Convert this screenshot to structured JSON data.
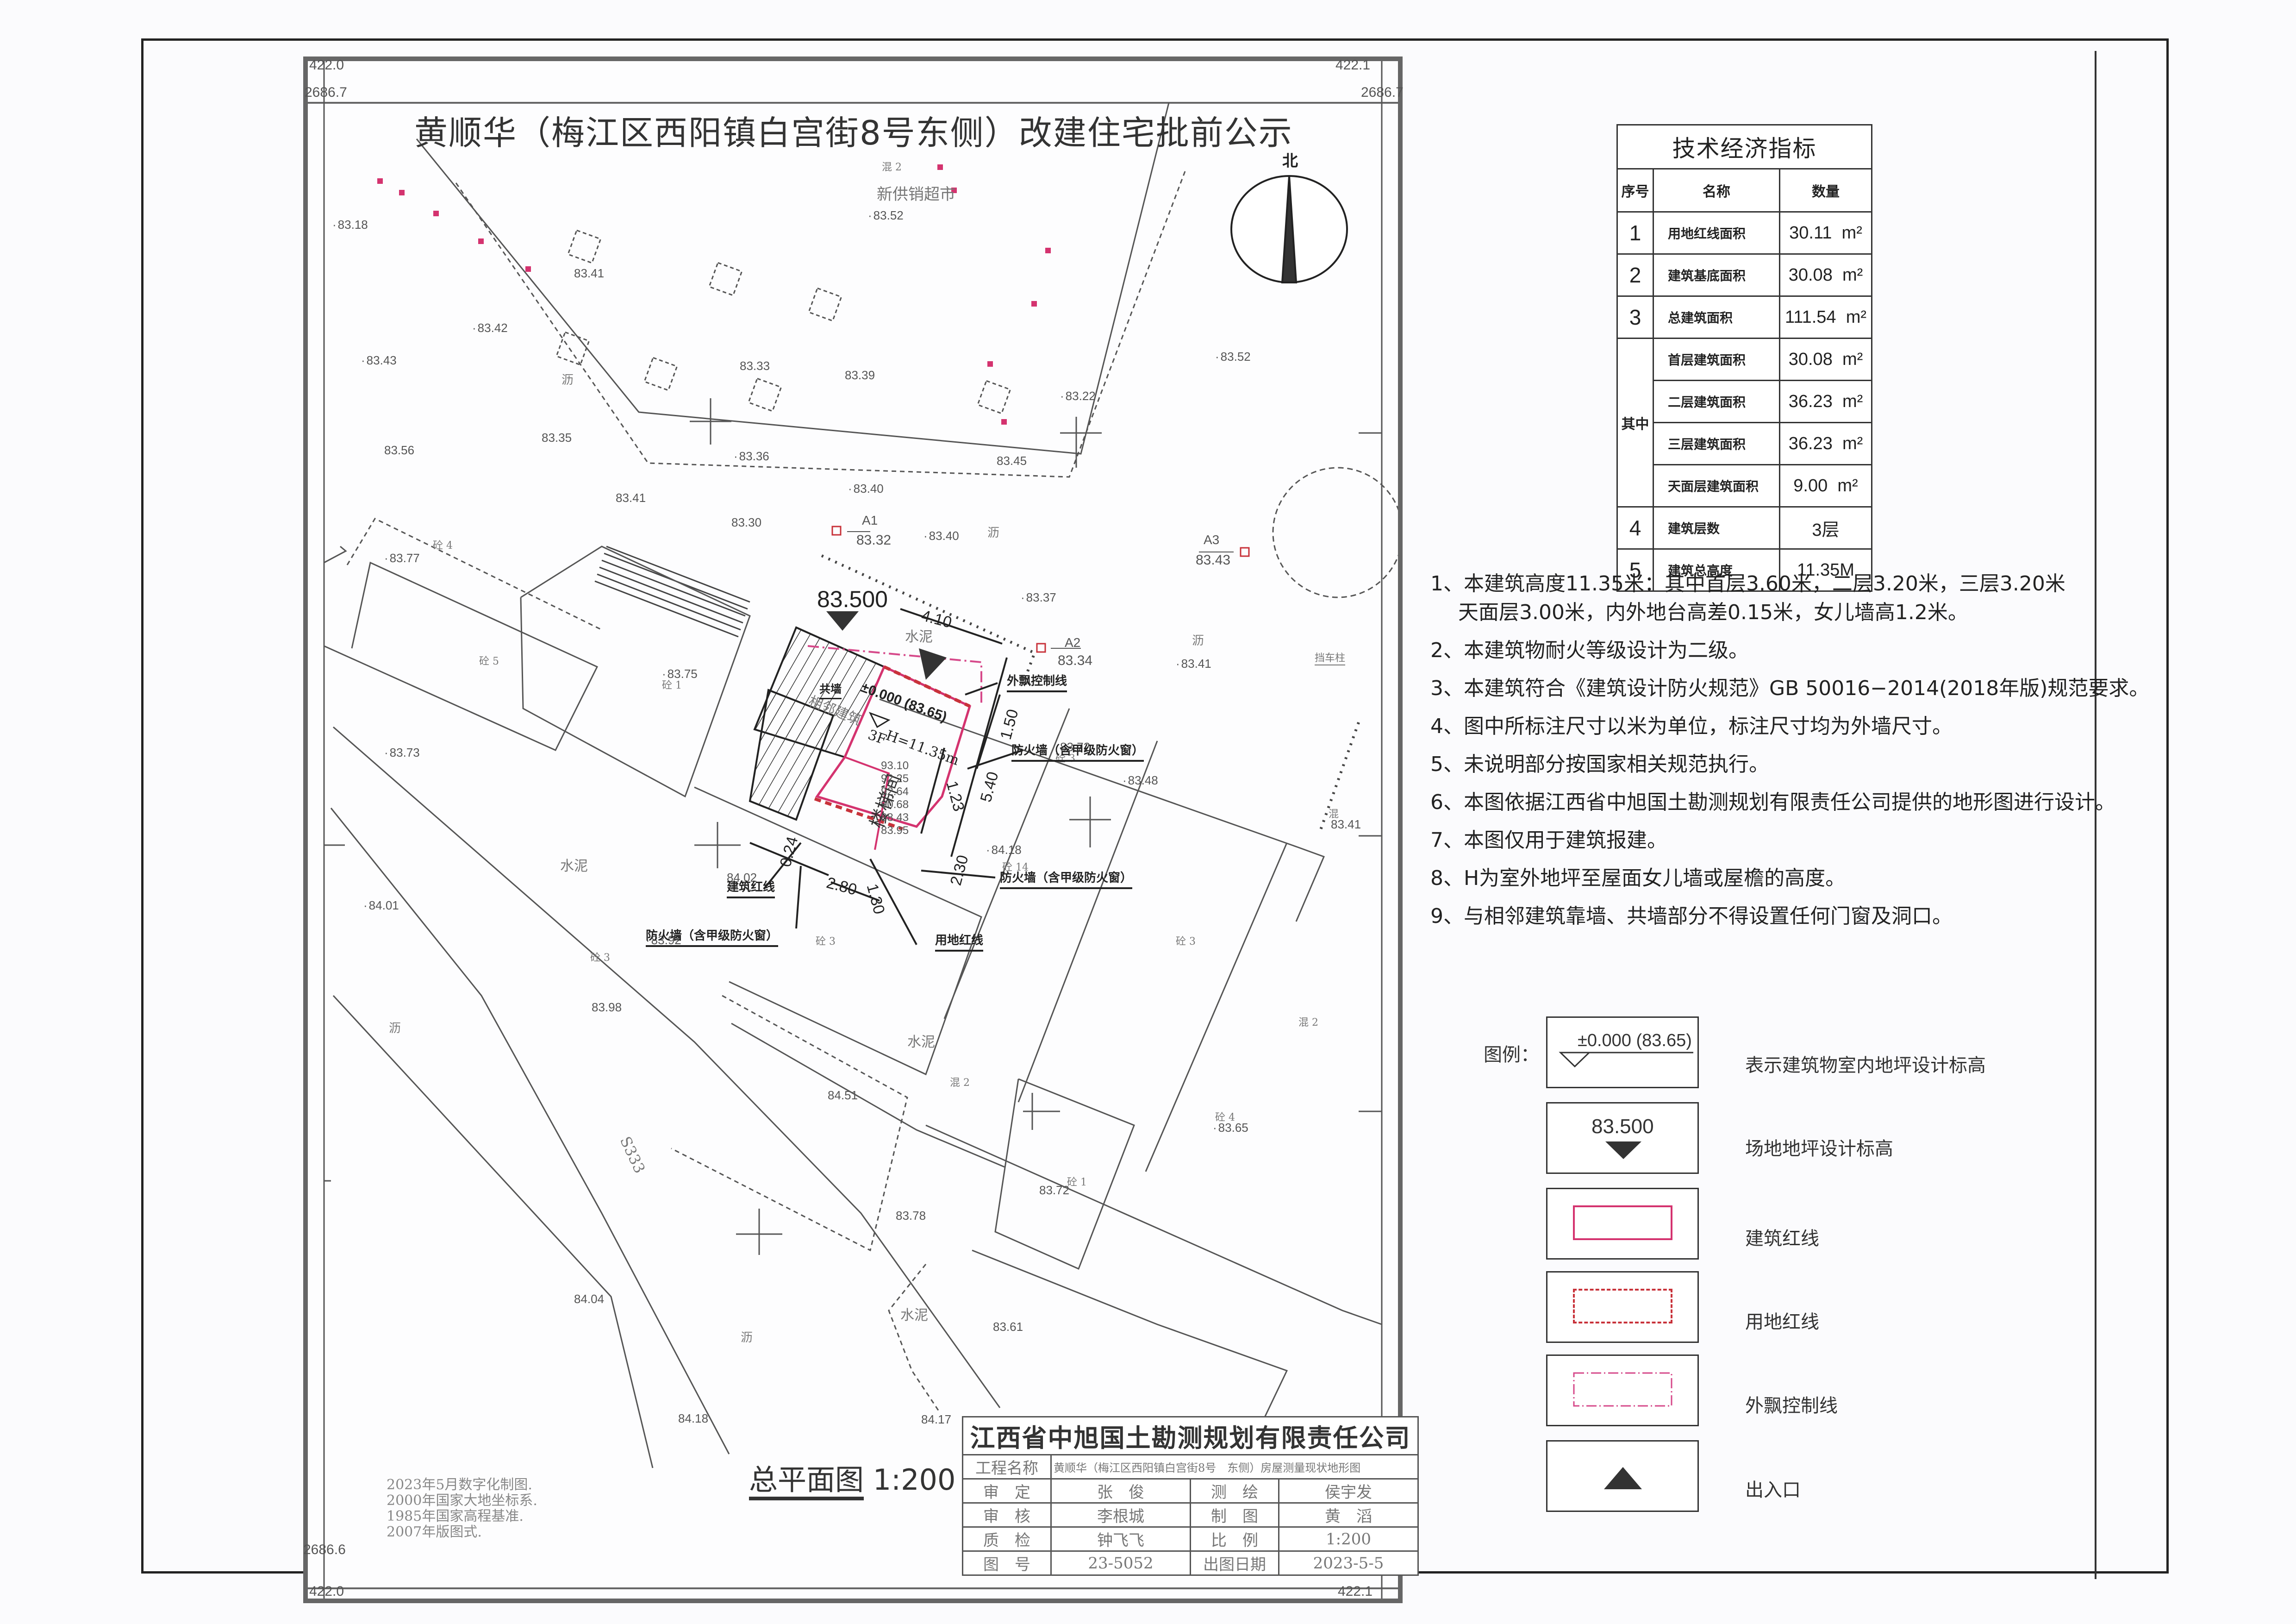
{
  "title": "黄顺华（梅江区西阳镇白宫街8号东侧）改建住宅批前公示",
  "grid_coords": {
    "top_left_x": "422.0",
    "top_right_x": "422.1",
    "top_left_y": "2686.7",
    "top_right_y": "2686.7",
    "bottom_left_y": "2686.6",
    "bottom_right_y": "2686.6",
    "bottom_left_x": "422.0",
    "bottom_right_x": "422.1"
  },
  "north_arrow": {
    "label": "北"
  },
  "map": {
    "place_labels": {
      "supermarket": "新供销超市",
      "mix2_top": "混 2",
      "road": "S333",
      "cement1": "水泥",
      "cement2": "水泥",
      "cement3": "水泥",
      "cement4": "水泥",
      "asphalt1": "沥",
      "asphalt2": "沥",
      "asphalt3": "沥",
      "asphalt4": "沥",
      "asphalt5": "沥",
      "concrete4a": "砼 4",
      "concrete5": "砼 5",
      "concrete1": "砼 1",
      "concrete3a": "砼 3",
      "concrete3b": "砼 3",
      "concrete3c": "砼 3",
      "concrete3d": "砼 3",
      "concrete14": "砼 14",
      "concrete1b": "砼 1",
      "concrete4b": "砼 4",
      "mix_right": "混",
      "mix2_mid": "混 2",
      "mix2_right": "混 2",
      "bollard": "挡车柱",
      "neighbor_building": "相邻建筑",
      "stairwell": "楼梯间"
    },
    "spot_heights": [
      "83.18",
      "83.52",
      "83.41",
      "83.42",
      "83.43",
      "83.33",
      "83.39",
      "83.22",
      "83.52",
      "83.56",
      "83.35",
      "83.36",
      "83.45",
      "83.40",
      "83.41",
      "83.30",
      "83.40",
      "83.77",
      "83.75",
      "83.37",
      "83.41",
      "83.73",
      "84.02",
      "83.92",
      "84.18",
      "83.72",
      "83.48",
      "83.41",
      "84.01",
      "83.98",
      "84.51",
      "83.78",
      "83.72",
      "83.65",
      "84.04",
      "83.61",
      "84.18",
      "84.17"
    ],
    "control_points": [
      {
        "name": "A1",
        "elev": "83.32"
      },
      {
        "name": "A2",
        "elev": "83.34"
      },
      {
        "name": "A3",
        "elev": "83.43"
      }
    ],
    "site_elevation": "83.500",
    "floor_elevation": "±0.000 (83.65)",
    "building_floors": "3F",
    "building_height": "H=11.35m",
    "stair_elevations": [
      "93.10",
      "92.25",
      "92.64",
      "90.68",
      "88.43",
      "83.95"
    ],
    "dimensions": {
      "width_top": "4.10",
      "d1_50": "1.50",
      "d5_40": "5.40",
      "d1_23": "1.23",
      "d2_30": "2.30",
      "d0_24": "0.24",
      "d2_80": "2.80",
      "d1_30": "1.30"
    },
    "callouts": {
      "shared_wall": "共墙",
      "overhang_line": "外飘控制线",
      "firewall_1": "防火墙（含甲级防火窗）",
      "firewall_2": "防火墙（含甲级防火窗）",
      "firewall_3": "防火墙（含甲级防火窗）",
      "building_redline": "建筑红线",
      "land_redline": "用地红线"
    }
  },
  "tech_table": {
    "caption": "技术经济指标",
    "headers": [
      "序号",
      "名称",
      "数量"
    ],
    "rows": [
      {
        "idx": "1",
        "name": "用地红线面积",
        "value": "30.11",
        "unit": "m²"
      },
      {
        "idx": "2",
        "name": "建筑基底面积",
        "value": "30.08",
        "unit": "m²"
      },
      {
        "idx": "3",
        "name": "总建筑面积",
        "value": "111.54",
        "unit": "m²"
      },
      {
        "idx": "其中",
        "name": "首层建筑面积",
        "value": "30.08",
        "unit": "m²"
      },
      {
        "idx": "",
        "name": "二层建筑面积",
        "value": "36.23",
        "unit": "m²"
      },
      {
        "idx": "",
        "name": "三层建筑面积",
        "value": "36.23",
        "unit": "m²"
      },
      {
        "idx": "",
        "name": "天面层建筑面积",
        "value": "9.00",
        "unit": "m²"
      },
      {
        "idx": "4",
        "name": "建筑层数",
        "value": "3层",
        "unit": ""
      },
      {
        "idx": "5",
        "name": "建筑总高度",
        "value": "11.35M",
        "unit": ""
      }
    ]
  },
  "notes": [
    "1、本建筑高度11.35米：其中首层3.60米，二层3.20米，三层3.20米",
    "天面层3.00米，内外地台高差0.15米，女儿墙高1.2米。",
    "2、本建筑物耐火等级设计为二级。",
    "3、本建筑符合《建筑设计防火规范》GB 50016−2014(2018年版)规范要求。",
    "4、图中所标注尺寸以米为单位，标注尺寸均为外墙尺寸。",
    "5、未说明部分按国家相关规范执行。",
    "6、本图依据江西省中旭国土勘测规划有限责任公司提供的地形图进行设计。",
    "7、本图仅用于建筑报建。",
    "8、H为室外地坪至屋面女儿墙或屋檐的高度。",
    "9、与相邻建筑靠墙、共墙部分不得设置任何门窗及洞口。"
  ],
  "legend": {
    "title": "图例：",
    "items": [
      {
        "symbol": "±0.000 (83.65)",
        "label": "表示建筑物室内地坪设计标高"
      },
      {
        "symbol": "83.500",
        "label": "场地地坪设计标高"
      },
      {
        "symbol": "",
        "label": "建筑红线"
      },
      {
        "symbol": "",
        "label": "用地红线"
      },
      {
        "symbol": "",
        "label": "外飘控制线"
      },
      {
        "symbol": "",
        "label": "出入口"
      }
    ]
  },
  "title_block": {
    "company": "江西省中旭国土勘测规划有限责任公司",
    "project_label": "工程名称",
    "project_name": "黄顺华（梅江区西阳镇白宫街8号　东侧）房屋测量现状地形图",
    "rows": [
      {
        "k1": "审　定",
        "v1": "张　俊",
        "k2": "测　绘",
        "v2": "侯宇发"
      },
      {
        "k1": "审　核",
        "v1": "李根城",
        "k2": "制　图",
        "v2": "黄　滔"
      },
      {
        "k1": "质　检",
        "v1": "钟飞飞",
        "k2": "比　例",
        "v2": "1:200"
      },
      {
        "k1": "图　号",
        "v1": "23-5052",
        "k2": "出图日期",
        "v2": "2023-5-5"
      }
    ]
  },
  "scale_title": {
    "name": "总平面图",
    "scale": "1:200"
  },
  "survey_note": [
    "2023年5月数字化制图.",
    "2000年国家大地坐标系.",
    "1985年国家高程基准.",
    "2007年版图式."
  ],
  "colors": {
    "redline": "#d4336f",
    "landline": "#c8323a",
    "overhang": "#d6498a",
    "ink": "#333333"
  }
}
